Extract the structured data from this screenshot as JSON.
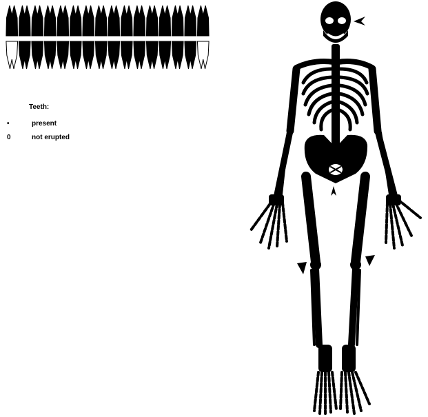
{
  "teeth": {
    "upper_status": [
      "present",
      "present",
      "present",
      "present",
      "present",
      "present",
      "present",
      "present",
      "present",
      "present",
      "present",
      "present",
      "present",
      "present",
      "present",
      "present"
    ],
    "lower_status": [
      "not erupted",
      "present",
      "present",
      "present",
      "present",
      "present",
      "present",
      "present",
      "present",
      "present",
      "present",
      "present",
      "present",
      "present",
      "present",
      "not erupted"
    ]
  },
  "legend": {
    "title": "Teeth:",
    "items": [
      {
        "symbol": "•",
        "label": "present"
      },
      {
        "symbol": "0",
        "label": "not erupted"
      }
    ]
  },
  "colors": {
    "bone": "#000000",
    "background": "#ffffff"
  }
}
